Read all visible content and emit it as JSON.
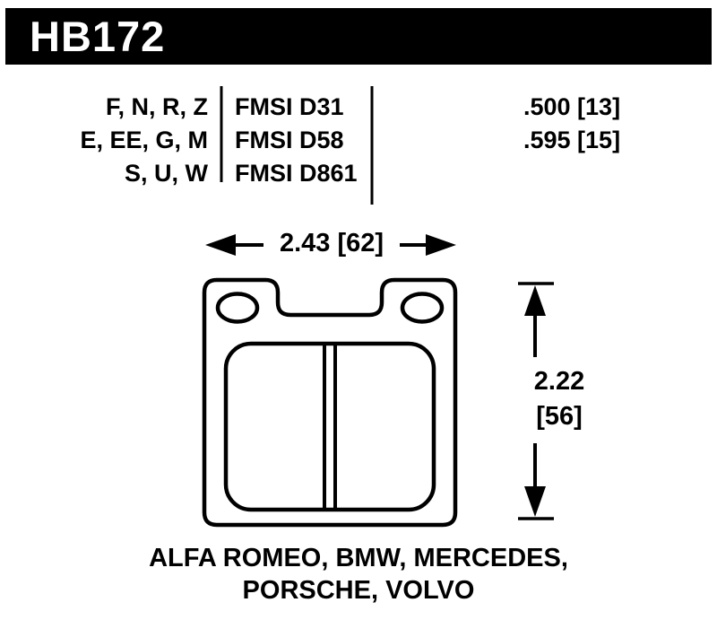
{
  "header": {
    "part_number": "HB172"
  },
  "spec_table": {
    "compounds": [
      "F, N, R, Z",
      "E, EE, G, M",
      "S, U, W"
    ],
    "fmsi": [
      "FMSI D31",
      "FMSI D58",
      "FMSI D861"
    ],
    "pad_thickness": [
      ".500 [13]",
      ".595 [15]"
    ]
  },
  "dimensions": {
    "width": "2.43 [62]",
    "height_in": "2.22",
    "height_mm": "[56]"
  },
  "applications": {
    "line1": "ALFA ROMEO, BMW, MERCEDES,",
    "line2": "PORSCHE, VOLVO"
  },
  "colors": {
    "bar": "#000000",
    "text_on_bar": "#ffffff",
    "line": "#000000",
    "background": "#ffffff"
  }
}
